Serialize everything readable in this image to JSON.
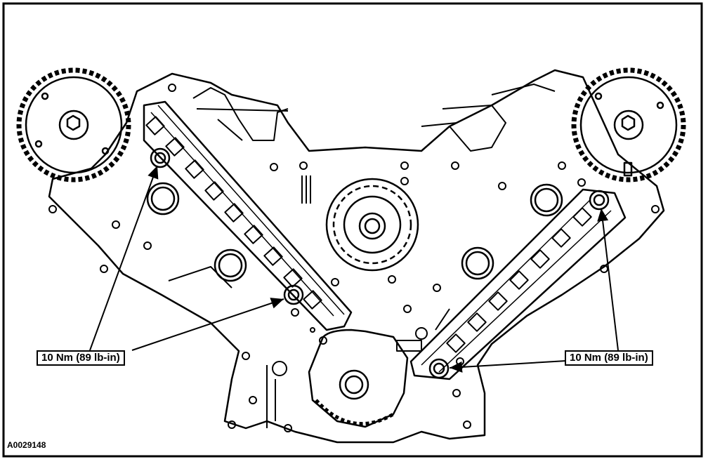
{
  "callouts": {
    "left_torque": "10 Nm (89 lb-in)",
    "right_torque": "10 Nm (89 lb-in)"
  },
  "figure_id": "A0029148"
}
